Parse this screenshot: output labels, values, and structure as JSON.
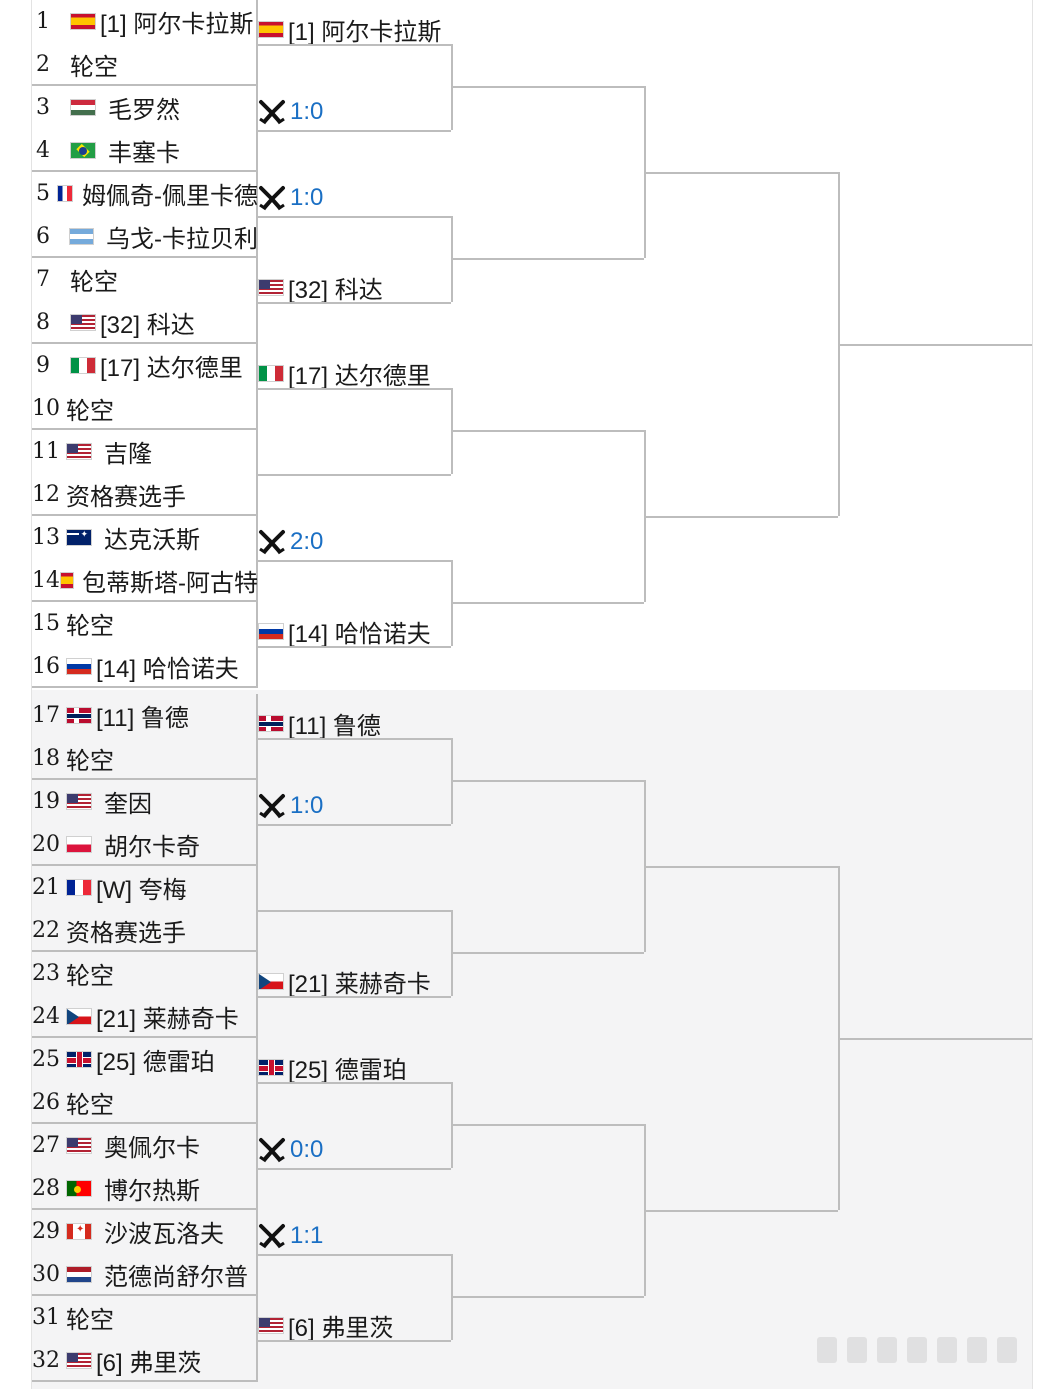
{
  "round1": [
    {
      "num": "1",
      "flag": "esp",
      "name": "[1] 阿尔卡拉斯"
    },
    {
      "num": "2",
      "flag": "",
      "name": "轮空"
    },
    {
      "num": "3",
      "flag": "hun",
      "name": "毛罗然"
    },
    {
      "num": "4",
      "flag": "bra",
      "name": "丰塞卡"
    },
    {
      "num": "5",
      "flag": "fra",
      "name": "姆佩奇-佩里卡德"
    },
    {
      "num": "6",
      "flag": "arg",
      "name": "乌戈-卡拉贝利"
    },
    {
      "num": "7",
      "flag": "",
      "name": "轮空"
    },
    {
      "num": "8",
      "flag": "usa",
      "name": "[32] 科达"
    },
    {
      "num": "9",
      "flag": "ita",
      "name": "[17] 达尔德里"
    },
    {
      "num": "10",
      "flag": "",
      "name": "轮空"
    },
    {
      "num": "11",
      "flag": "usa",
      "name": "吉隆"
    },
    {
      "num": "12",
      "flag": "",
      "name": "资格赛选手"
    },
    {
      "num": "13",
      "flag": "aus",
      "name": "达克沃斯"
    },
    {
      "num": "14",
      "flag": "esp",
      "name": "包蒂斯塔-阿古特"
    },
    {
      "num": "15",
      "flag": "",
      "name": "轮空"
    },
    {
      "num": "16",
      "flag": "rus",
      "name": "[14] 哈恰诺夫"
    },
    {
      "num": "17",
      "flag": "nor",
      "name": "[11] 鲁德"
    },
    {
      "num": "18",
      "flag": "",
      "name": "轮空"
    },
    {
      "num": "19",
      "flag": "usa",
      "name": "奎因"
    },
    {
      "num": "20",
      "flag": "pol",
      "name": "胡尔卡奇"
    },
    {
      "num": "21",
      "flag": "fra",
      "name": "[W] 夸梅"
    },
    {
      "num": "22",
      "flag": "",
      "name": "资格赛选手"
    },
    {
      "num": "23",
      "flag": "",
      "name": "轮空"
    },
    {
      "num": "24",
      "flag": "cze",
      "name": "[21] 莱赫奇卡"
    },
    {
      "num": "25",
      "flag": "gbr",
      "name": "[25] 德雷珀"
    },
    {
      "num": "26",
      "flag": "",
      "name": "轮空"
    },
    {
      "num": "27",
      "flag": "usa",
      "name": "奥佩尔卡"
    },
    {
      "num": "28",
      "flag": "por",
      "name": "博尔热斯"
    },
    {
      "num": "29",
      "flag": "can",
      "name": "沙波瓦洛夫"
    },
    {
      "num": "30",
      "flag": "ned",
      "name": "范德尚舒尔普"
    },
    {
      "num": "31",
      "flag": "",
      "name": "轮空"
    },
    {
      "num": "32",
      "flag": "usa",
      "name": "[6] 弗里茨"
    }
  ],
  "round2": [
    {
      "type": "player",
      "flag": "esp",
      "name": "[1] 阿尔卡拉斯"
    },
    {
      "type": "match",
      "icon": "crossed-swords-icon",
      "score": "1:0"
    },
    {
      "type": "match",
      "icon": "crossed-swords-icon",
      "score": "1:0"
    },
    {
      "type": "player",
      "flag": "usa",
      "name": "[32] 科达"
    },
    {
      "type": "player",
      "flag": "ita",
      "name": "[17] 达尔德里"
    },
    {
      "type": "empty"
    },
    {
      "type": "match",
      "icon": "crossed-swords-icon",
      "score": "2:0"
    },
    {
      "type": "player",
      "flag": "rus",
      "name": "[14] 哈恰诺夫"
    },
    {
      "type": "player",
      "flag": "nor",
      "name": "[11] 鲁德"
    },
    {
      "type": "match",
      "icon": "crossed-swords-icon",
      "score": "1:0"
    },
    {
      "type": "empty"
    },
    {
      "type": "player",
      "flag": "cze",
      "name": "[21] 莱赫奇卡"
    },
    {
      "type": "player",
      "flag": "gbr",
      "name": "[25] 德雷珀"
    },
    {
      "type": "match",
      "icon": "crossed-swords-icon",
      "score": "0:0"
    },
    {
      "type": "match",
      "icon": "crossed-swords-icon",
      "score": "1:1"
    },
    {
      "type": "player",
      "flag": "usa",
      "name": "[6] 弗里茨"
    }
  ]
}
